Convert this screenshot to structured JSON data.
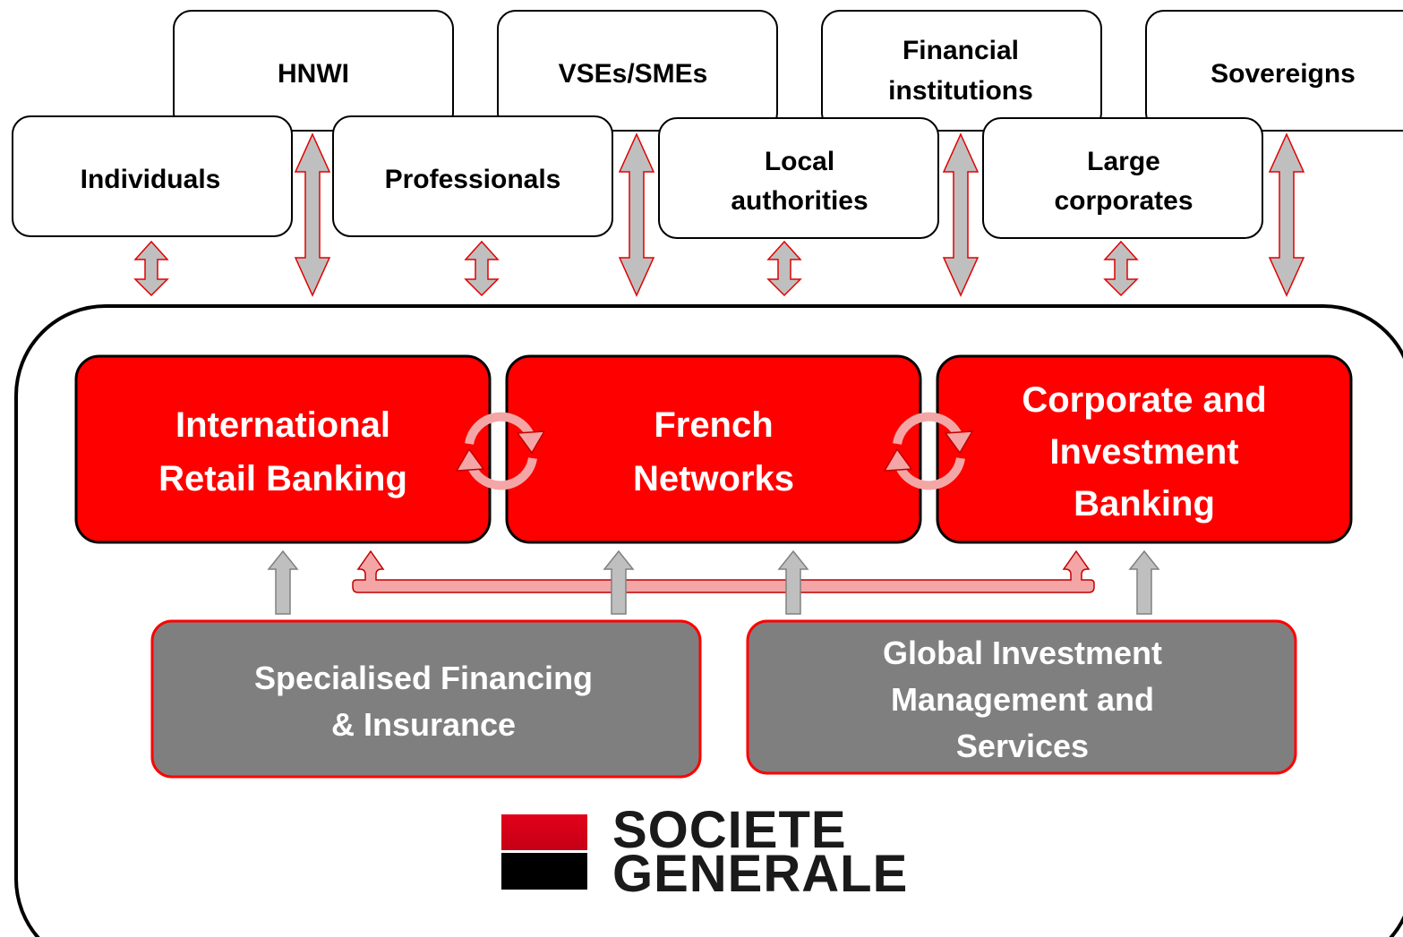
{
  "clients": {
    "individuals": "Individuals",
    "hnwi": "HNWI",
    "professionals": "Professionals",
    "vses_smes": "VSEs/SMEs",
    "local_authorities": [
      "Local",
      "authorities"
    ],
    "financial_institutions": [
      "Financial",
      "institutions"
    ],
    "large_corporates": [
      "Large",
      "corporates"
    ],
    "sovereigns": "Sovereigns"
  },
  "core_businesses": {
    "international_retail_banking": [
      "International",
      "Retail Banking"
    ],
    "french_networks": [
      "French",
      "Networks"
    ],
    "corporate_investment_banking": [
      "Corporate and",
      "Investment",
      "Banking"
    ]
  },
  "support_businesses": {
    "specialised_financing": [
      "Specialised Financing",
      "& Insurance"
    ],
    "global_investment": [
      "Global Investment",
      "Management and",
      "Services"
    ]
  },
  "logo": {
    "line1": "SOCIETE",
    "line2": "GENERALE"
  },
  "colors": {
    "core_red": "#ff0000",
    "support_grey": "#7f7f7f",
    "arrow_grey": "#bfbfbf",
    "arrow_outline_red": "#e00000",
    "pink_arrow": "#f4a6a6",
    "logo_red": "#e2001a",
    "logo_black": "#000000"
  }
}
